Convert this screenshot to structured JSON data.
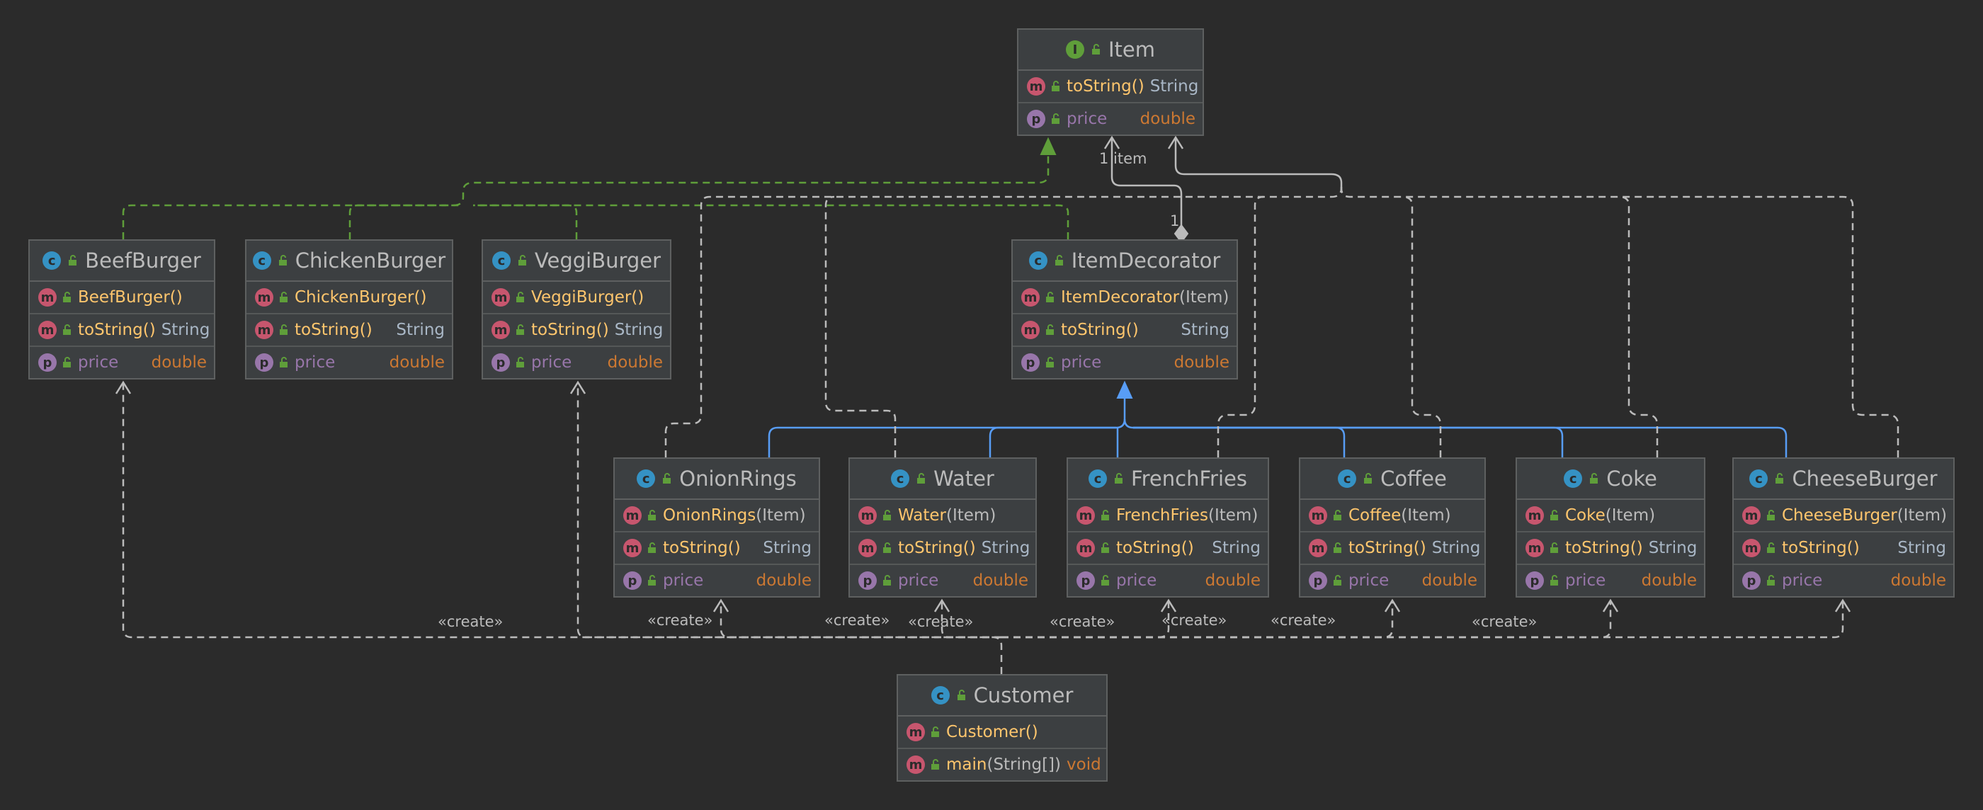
{
  "nodes": {
    "item": {
      "title": "Item",
      "kind": "I",
      "rows": [
        {
          "k": "m",
          "name": "toString()",
          "type": "String"
        },
        {
          "k": "p",
          "name": "price",
          "type": "double"
        }
      ]
    },
    "beefburger": {
      "title": "BeefBurger",
      "kind": "c",
      "rows": [
        {
          "k": "m",
          "name": "BeefBurger()",
          "type": ""
        },
        {
          "k": "m",
          "name": "toString()",
          "type": "String"
        },
        {
          "k": "p",
          "name": "price",
          "type": "double"
        }
      ]
    },
    "chickenburger": {
      "title": "ChickenBurger",
      "kind": "c",
      "rows": [
        {
          "k": "m",
          "name": "ChickenBurger()",
          "type": ""
        },
        {
          "k": "m",
          "name": "toString()",
          "type": "String"
        },
        {
          "k": "p",
          "name": "price",
          "type": "double"
        }
      ]
    },
    "veggiburger": {
      "title": "VeggiBurger",
      "kind": "c",
      "rows": [
        {
          "k": "m",
          "name": "VeggiBurger()",
          "type": ""
        },
        {
          "k": "m",
          "name": "toString()",
          "type": "String"
        },
        {
          "k": "p",
          "name": "price",
          "type": "double"
        }
      ]
    },
    "itemdecorator": {
      "title": "ItemDecorator",
      "kind": "c",
      "rows": [
        {
          "k": "m",
          "name": "ItemDecorator",
          "args": "(Item)",
          "type": ""
        },
        {
          "k": "m",
          "name": "toString()",
          "type": "String"
        },
        {
          "k": "p",
          "name": "price",
          "type": "double"
        }
      ]
    },
    "onionrings": {
      "title": "OnionRings",
      "kind": "c",
      "rows": [
        {
          "k": "m",
          "name": "OnionRings",
          "args": "(Item)",
          "type": ""
        },
        {
          "k": "m",
          "name": "toString()",
          "type": "String"
        },
        {
          "k": "p",
          "name": "price",
          "type": "double"
        }
      ]
    },
    "water": {
      "title": "Water",
      "kind": "c",
      "rows": [
        {
          "k": "m",
          "name": "Water",
          "args": "(Item)",
          "type": ""
        },
        {
          "k": "m",
          "name": "toString()",
          "type": "String"
        },
        {
          "k": "p",
          "name": "price",
          "type": "double"
        }
      ]
    },
    "frenchfries": {
      "title": "FrenchFries",
      "kind": "c",
      "rows": [
        {
          "k": "m",
          "name": "FrenchFries",
          "args": "(Item)",
          "type": ""
        },
        {
          "k": "m",
          "name": "toString()",
          "type": "String"
        },
        {
          "k": "p",
          "name": "price",
          "type": "double"
        }
      ]
    },
    "coffee": {
      "title": "Coffee",
      "kind": "c",
      "rows": [
        {
          "k": "m",
          "name": "Coffee",
          "args": "(Item)",
          "type": ""
        },
        {
          "k": "m",
          "name": "toString()",
          "type": "String"
        },
        {
          "k": "p",
          "name": "price",
          "type": "double"
        }
      ]
    },
    "coke": {
      "title": "Coke",
      "kind": "c",
      "rows": [
        {
          "k": "m",
          "name": "Coke",
          "args": "(Item)",
          "type": ""
        },
        {
          "k": "m",
          "name": "toString()",
          "type": "String"
        },
        {
          "k": "p",
          "name": "price",
          "type": "double"
        }
      ]
    },
    "cheeseburger": {
      "title": "CheeseBurger",
      "kind": "c",
      "rows": [
        {
          "k": "m",
          "name": "CheeseBurger",
          "args": "(Item)",
          "type": ""
        },
        {
          "k": "m",
          "name": "toString()",
          "type": "String"
        },
        {
          "k": "p",
          "name": "price",
          "type": "double"
        }
      ]
    },
    "customer": {
      "title": "Customer",
      "kind": "c",
      "rows": [
        {
          "k": "m",
          "name": "Customer()",
          "type": ""
        },
        {
          "k": "m",
          "name": "main",
          "args": "(String[])",
          "type": "void"
        }
      ]
    }
  },
  "edge_labels": {
    "association_multiplicity_item": "1",
    "association_role": "item",
    "association_multiplicity_decorator": "1",
    "create": "«create»"
  },
  "colors": {
    "background": "#2b2b2b",
    "node_fill": "#3c3f41",
    "implements_edge": "#5f9e3a",
    "extends_edge": "#589df6",
    "dependency_edge": "#bbbbbb",
    "method_name": "#ffc66d",
    "field_name": "#9876aa",
    "type_double": "#cc7832"
  },
  "icons": {
    "class": "c-class-icon",
    "interface": "i-interface-icon",
    "method": "m-method-icon",
    "property": "p-property-icon",
    "visibility": "lock-public-icon"
  }
}
